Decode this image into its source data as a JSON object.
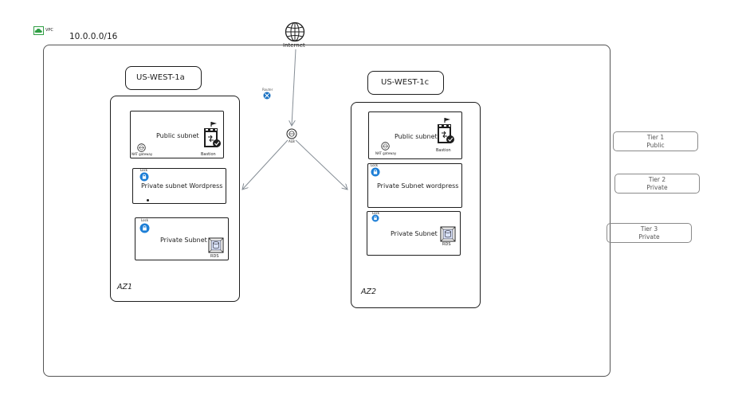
{
  "vpc": {
    "badge_label": "VPC",
    "cidr": "10.0.0.0/16"
  },
  "internet": {
    "label": "Internet"
  },
  "router": {
    "label": "Router"
  },
  "alb": {
    "label": "ALB"
  },
  "az1": {
    "region_label": "US-WEST-1a",
    "az_label": "AZ1",
    "public_subnet": {
      "label": "Public subnet",
      "nat_label": "NAT gateway",
      "bastion_label": "Bastion"
    },
    "private_wordpress": {
      "lock_label": "Lock",
      "label": "Private subnet Wordpress"
    },
    "private_rds": {
      "lock_label": "Lock",
      "label": "Private Subnet",
      "rds_label": "RDS"
    }
  },
  "az2": {
    "region_label": "US-WEST-1c",
    "az_label": "AZ2",
    "public_subnet": {
      "label": "Public subnet",
      "nat_label": "NAT gateway",
      "bastion_label": "Bastion"
    },
    "private_wordpress": {
      "lock_label": "Lock",
      "label": "Private Subnet wordpress"
    },
    "private_rds": {
      "lock_label": "Lock",
      "label": "Private Subnet",
      "rds_label": "RDS"
    }
  },
  "tiers": [
    {
      "name": "Tier 1",
      "type": "Public"
    },
    {
      "name": "Tier 2",
      "type": "Private"
    },
    {
      "name": "Tier 3",
      "type": "Private"
    }
  ],
  "colors": {
    "stroke": "#1e1e1e",
    "lock_blue": "#1c7ed6",
    "vpc_green": "#2f9e44",
    "router_blue": "#1971c2",
    "arrow_gray": "#868e96"
  }
}
